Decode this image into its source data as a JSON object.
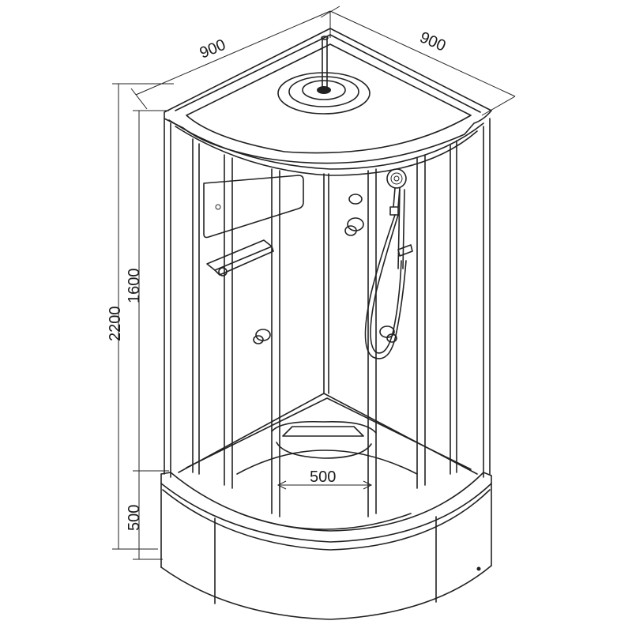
{
  "dimensions": {
    "width_left": "900",
    "width_right": "900",
    "total_height": "2200",
    "glass_height": "1600",
    "tray_height": "500",
    "seat_width": "500"
  }
}
